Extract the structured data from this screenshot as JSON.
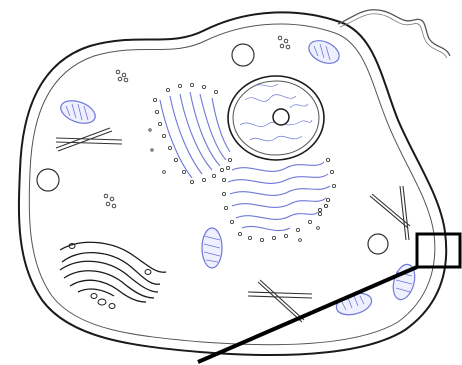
{
  "diagram": {
    "subject": "animal-cell",
    "colors": {
      "outline": "#1a1a1a",
      "membrane": "#333333",
      "organelle_tint": "#6f78d8",
      "organelle_fill": "#eef0ff",
      "background": "#ffffff"
    },
    "parts": [
      "cell-membrane",
      "nucleus",
      "nucleolus",
      "rough-endoplasmic-reticulum",
      "smooth-endoplasmic-reticulum",
      "golgi-apparatus",
      "mitochondria",
      "vacuoles",
      "vesicles",
      "centrioles",
      "ribosomes",
      "flagellum"
    ],
    "callout": {
      "shape": "square",
      "has_leader_line": true
    }
  }
}
